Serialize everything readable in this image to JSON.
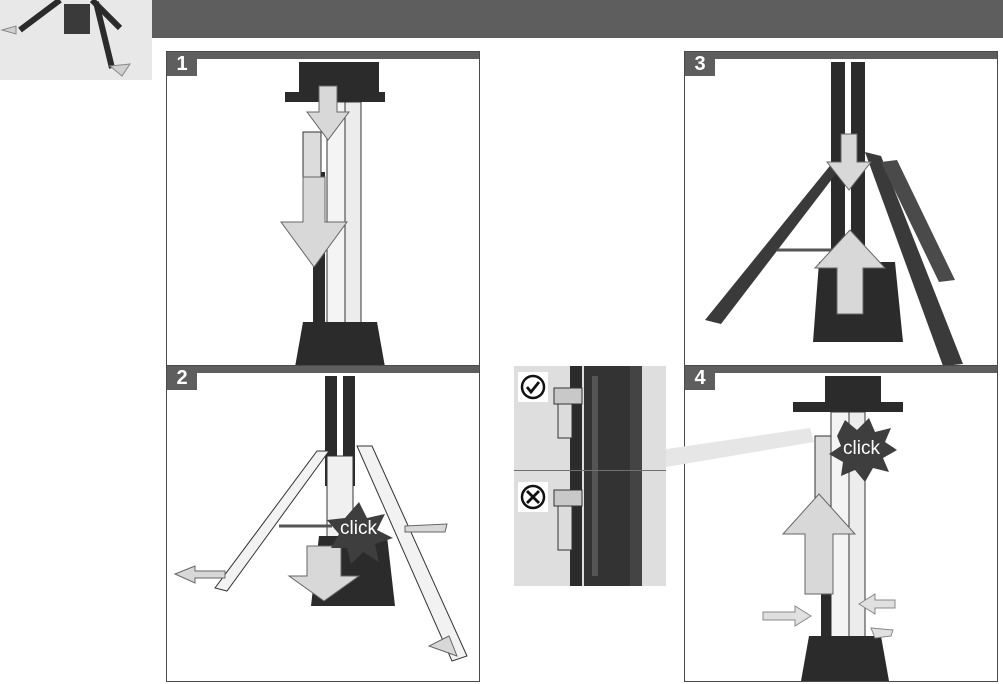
{
  "header": {
    "title": ""
  },
  "steps": [
    {
      "number": "1"
    },
    {
      "number": "2",
      "click_label": "click"
    },
    {
      "number": "3"
    },
    {
      "number": "4",
      "click_label": "click"
    }
  ],
  "comparison": {
    "correct_icon": "check-circle-icon",
    "incorrect_icon": "x-circle-icon"
  },
  "colors": {
    "header_gray": "#5e5e5e",
    "device_dark": "#2b2b2b",
    "arrow_fill": "#d8d8d8",
    "panel_bg": "#dedede"
  }
}
